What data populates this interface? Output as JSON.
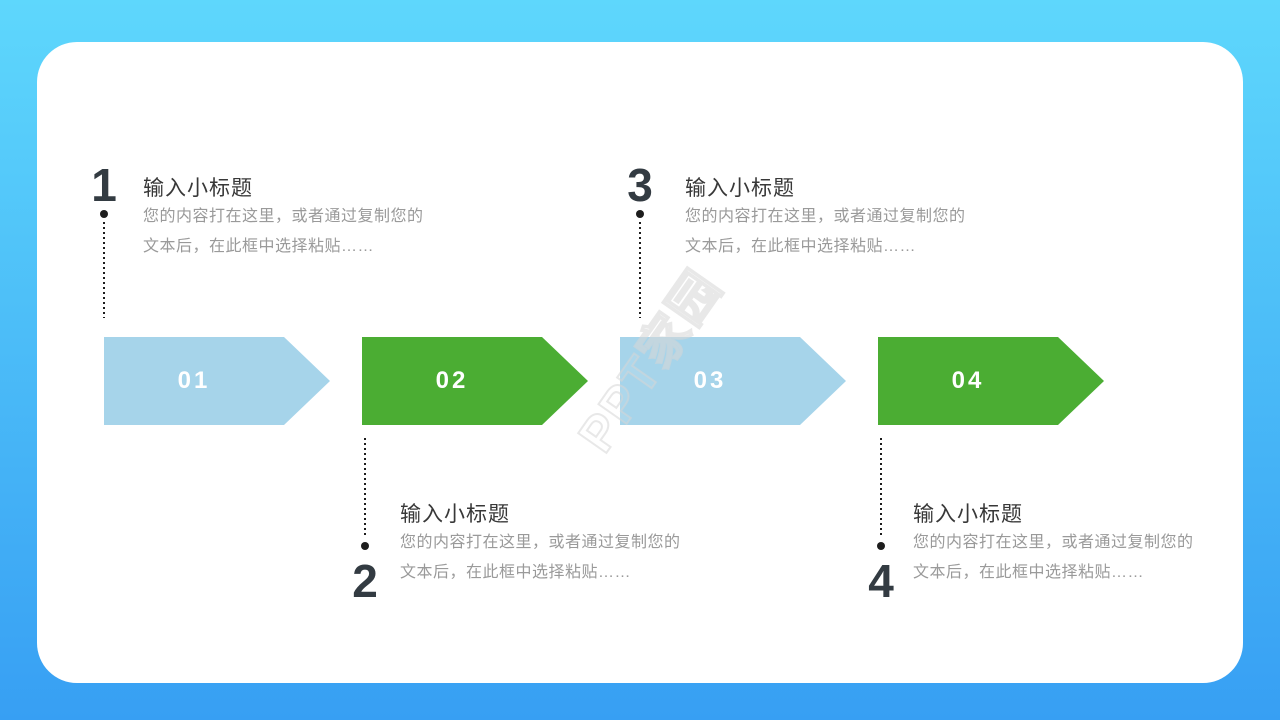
{
  "slide": {
    "watermark_text": "PPT家园",
    "colors": {
      "background_top": "#5ed7fc",
      "background_bottom": "#379ff3",
      "arrow_blue": "#a6d4ea",
      "arrow_green": "#4bad33",
      "number_dark": "#333b42",
      "title_dark": "#383838",
      "body_gray": "#9a9a9a"
    }
  },
  "steps": [
    {
      "number": "1",
      "title": "输入小标题",
      "body_line1": "您的内容打在这里，或者通过复制您的",
      "body_line2": "文本后，在此框中选择粘贴……"
    },
    {
      "number": "2",
      "title": "输入小标题",
      "body_line1": "您的内容打在这里，或者通过复制您的",
      "body_line2": "文本后，在此框中选择粘贴……"
    },
    {
      "number": "3",
      "title": "输入小标题",
      "body_line1": "您的内容打在这里，或者通过复制您的",
      "body_line2": "文本后，在此框中选择粘贴……"
    },
    {
      "number": "4",
      "title": "输入小标题",
      "body_line1": "您的内容打在这里，或者通过复制您的",
      "body_line2": "文本后，在此框中选择粘贴……"
    }
  ],
  "arrows": [
    {
      "label": "01",
      "color": "#a6d4ea"
    },
    {
      "label": "02",
      "color": "#4bad33"
    },
    {
      "label": "03",
      "color": "#a6d4ea"
    },
    {
      "label": "04",
      "color": "#4bad33"
    }
  ]
}
